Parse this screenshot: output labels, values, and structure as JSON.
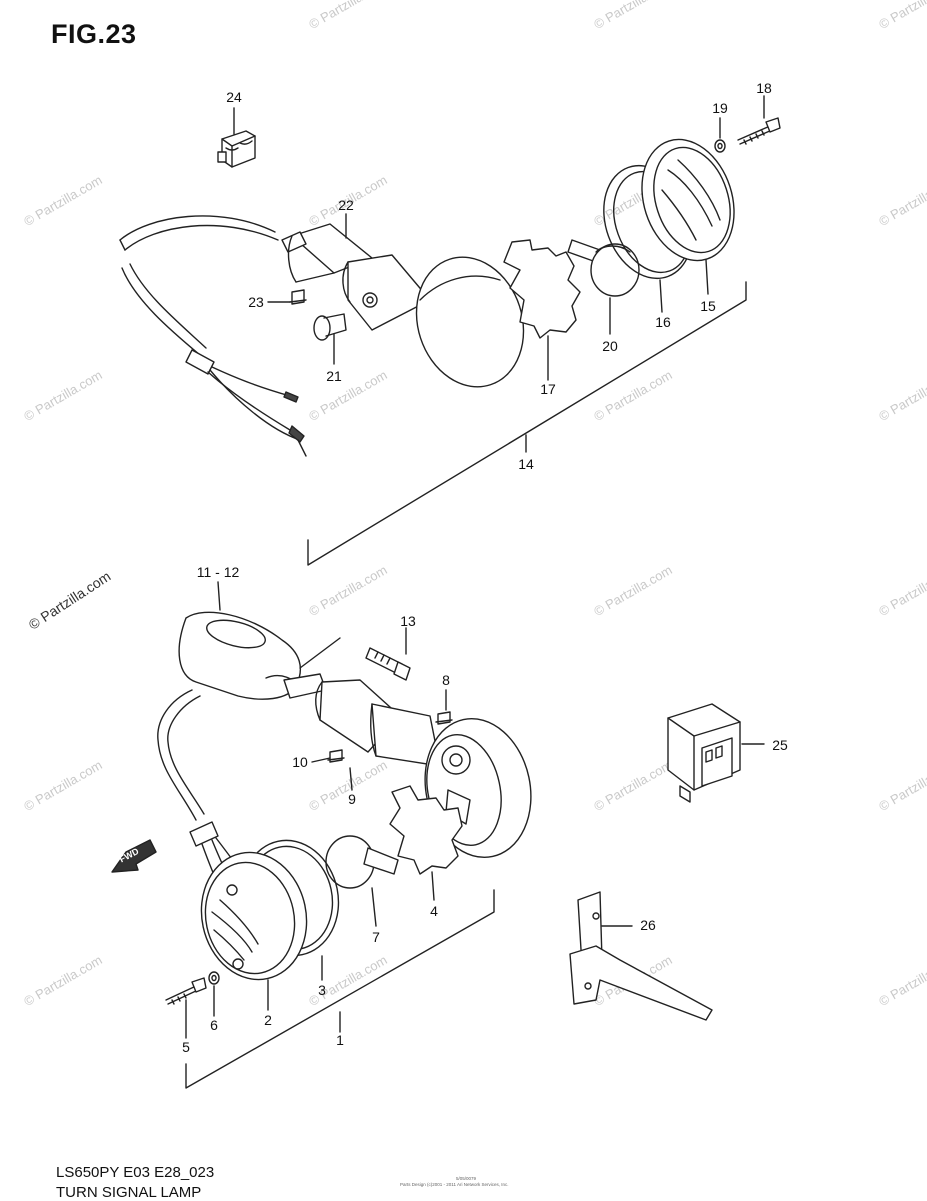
{
  "figure": {
    "title": "FIG.23",
    "model_code": "LS650PY E03 E28_023",
    "section_title": "TURN SIGNAL LAMP",
    "fwd_label": "FWD",
    "watermark": "© Partzilla.com",
    "copyright_line1": "5/05/0079",
    "copyright_line2": "Parts Design (c)2001 - 2011 Ari Network Services, Inc."
  },
  "callouts": [
    {
      "id": "24",
      "label": "24"
    },
    {
      "id": "22",
      "label": "22"
    },
    {
      "id": "19",
      "label": "19"
    },
    {
      "id": "18",
      "label": "18"
    },
    {
      "id": "23",
      "label": "23"
    },
    {
      "id": "21",
      "label": "21"
    },
    {
      "id": "17",
      "label": "17"
    },
    {
      "id": "20",
      "label": "20"
    },
    {
      "id": "16",
      "label": "16"
    },
    {
      "id": "15",
      "label": "15"
    },
    {
      "id": "14",
      "label": "14"
    },
    {
      "id": "11-12",
      "label": "11 - 12"
    },
    {
      "id": "13",
      "label": "13"
    },
    {
      "id": "8",
      "label": "8"
    },
    {
      "id": "25",
      "label": "25"
    },
    {
      "id": "10",
      "label": "10"
    },
    {
      "id": "9",
      "label": "9"
    },
    {
      "id": "4",
      "label": "4"
    },
    {
      "id": "7",
      "label": "7"
    },
    {
      "id": "26",
      "label": "26"
    },
    {
      "id": "3",
      "label": "3"
    },
    {
      "id": "2",
      "label": "2"
    },
    {
      "id": "6",
      "label": "6"
    },
    {
      "id": "5",
      "label": "5"
    },
    {
      "id": "1",
      "label": "1"
    }
  ]
}
